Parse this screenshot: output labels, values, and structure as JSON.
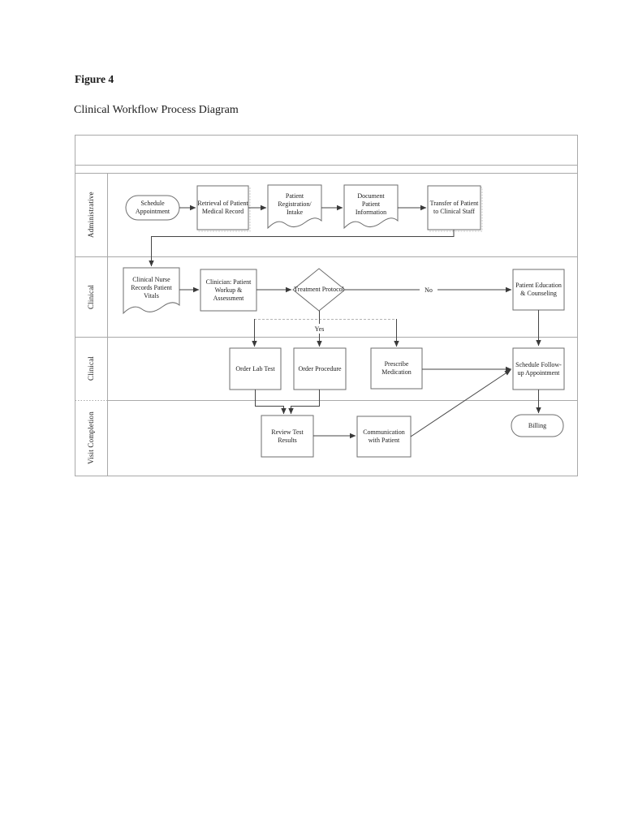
{
  "figure": {
    "label": "Figure 4",
    "caption": "Clinical Workflow Process Diagram"
  },
  "lanes": {
    "row1": "Administrative",
    "row2": "Clinical",
    "row3": "Clinical",
    "row4": "Visit Completion"
  },
  "nodes": {
    "schedule_appointment": "Schedule Appointment",
    "retrieval_record": "Retrieval of Patient Medical Record",
    "registration_intake": "Patient Registration/ Intake",
    "document_info": "Document Patient Information",
    "transfer_staff": "Transfer of Patient to Clinical Staff",
    "nurse_vitals": "Clinical Nurse Records Patient Vitals",
    "clinician_workup": "Clinician: Patient Workup & Assessment",
    "treatment_protocol": "Treatment Protocol",
    "patient_education": "Patient Education & Counseling",
    "order_lab_test": "Order Lab Test",
    "order_procedure": "Order Procedure",
    "prescribe_medication": "Prescribe Medication",
    "schedule_followup": "Schedule Follow-up Appointment",
    "review_results": "Review Test Results",
    "communication_patient": "Communication with Patient",
    "billing": "Billing"
  },
  "edge_labels": {
    "yes": "Yes",
    "no": "No"
  },
  "colors": {
    "connector": "#454545",
    "shape_border": "#6e6e6e",
    "grid_line": "#a9a9a9",
    "text": "#1a1a1a",
    "page_background": "#ffffff"
  }
}
